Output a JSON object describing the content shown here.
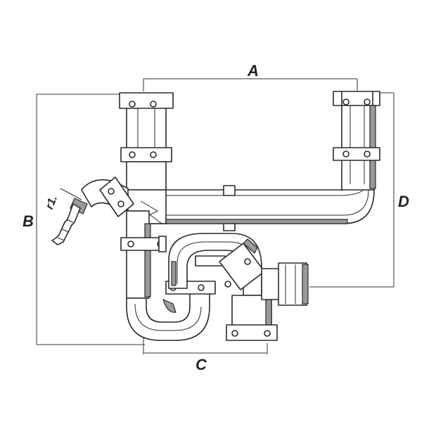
{
  "diagram": {
    "dimensions": {
      "a": "A",
      "b": "B",
      "c": "C",
      "d": "D",
      "r1": "r1."
    },
    "colors": {
      "line": "#2a2a2a",
      "fill": "#ffffff",
      "shade": "#9a9a9a",
      "background": "#ffffff"
    }
  }
}
